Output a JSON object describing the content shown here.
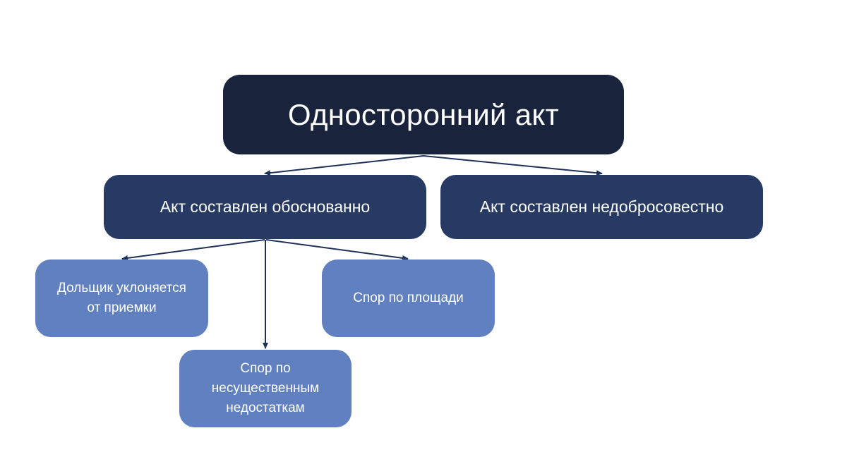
{
  "colors": {
    "root_fill": "#1a233c",
    "level1_fill": "#263a64",
    "level2_fill": "#6080bf",
    "edge_color": "#1f3158",
    "text": "#ffffff",
    "background": "#ffffff"
  },
  "nodes": {
    "root": {
      "label": "Односторонний акт"
    },
    "justified": {
      "label": "Акт составлен обоснованно"
    },
    "unfair": {
      "label": "Акт составлен недобросовестно"
    },
    "evades": {
      "label": "Дольщик уклоняется\nот приемки"
    },
    "area": {
      "label": "Спор по площади"
    },
    "minor_defects": {
      "label": "Спор по\nнесущественным\nнедостаткам"
    }
  },
  "edges": [
    {
      "from": "root",
      "to": "justified"
    },
    {
      "from": "root",
      "to": "unfair"
    },
    {
      "from": "justified",
      "to": "evades"
    },
    {
      "from": "justified",
      "to": "minor_defects"
    },
    {
      "from": "justified",
      "to": "area"
    }
  ]
}
